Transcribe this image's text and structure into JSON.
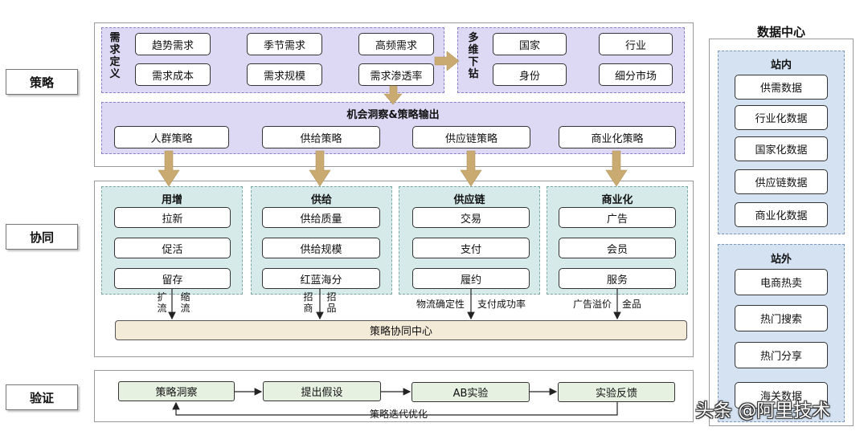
{
  "sidebar": {
    "strategy": "策略",
    "collab": "协同",
    "verify": "验证"
  },
  "demand": {
    "title": "需求定义",
    "items": [
      "趋势需求",
      "季节需求",
      "高频需求",
      "需求成本",
      "需求规模",
      "需求渗透率"
    ]
  },
  "drill": {
    "title": "多维下钻",
    "items": [
      "国家",
      "行业",
      "身份",
      "细分市场"
    ]
  },
  "opportunity": {
    "title": "机会洞察&策略输出",
    "items": [
      "人群策略",
      "供给策略",
      "供应链策略",
      "商业化策略"
    ]
  },
  "collab_cols": [
    {
      "title": "用增",
      "items": [
        "拉新",
        "促活",
        "留存"
      ]
    },
    {
      "title": "供给",
      "items": [
        "供给质量",
        "供给规模",
        "红蓝海分"
      ]
    },
    {
      "title": "供应链",
      "items": [
        "交易",
        "支付",
        "履约"
      ]
    },
    {
      "title": "商业化",
      "items": [
        "广告",
        "会员",
        "服务"
      ]
    }
  ],
  "feed_labels": {
    "c1a": "扩流",
    "c1b": "缩流",
    "c2a": "招商",
    "c2b": "招品",
    "c3a": "物流确定性",
    "c3b": "支付成功率",
    "c4a": "广告溢价",
    "c4b": "金品"
  },
  "center": "策略协同中心",
  "verify_flow": {
    "steps": [
      "策略洞察",
      "提出假设",
      "AB实验",
      "实验反馈"
    ],
    "loop_label": "策略迭代优化"
  },
  "data_center": {
    "title": "数据中心",
    "inside_title": "站内",
    "inside": [
      "供需数据",
      "行业化数据",
      "国家化数据",
      "供应链数据",
      "商业化数据"
    ],
    "outside_title": "站外",
    "outside": [
      "电商热卖",
      "热门搜索",
      "热门分享",
      "海关数据"
    ]
  },
  "watermark": "头条 @阿里技术",
  "colors": {
    "arrow": "#c9ab72",
    "purple_fill": "#ddd8f3",
    "teal_fill": "#d6ebe9",
    "blue_fill": "#d4e2f2",
    "green_fill": "#e6f1e2",
    "tan_fill": "#f3ead8"
  }
}
